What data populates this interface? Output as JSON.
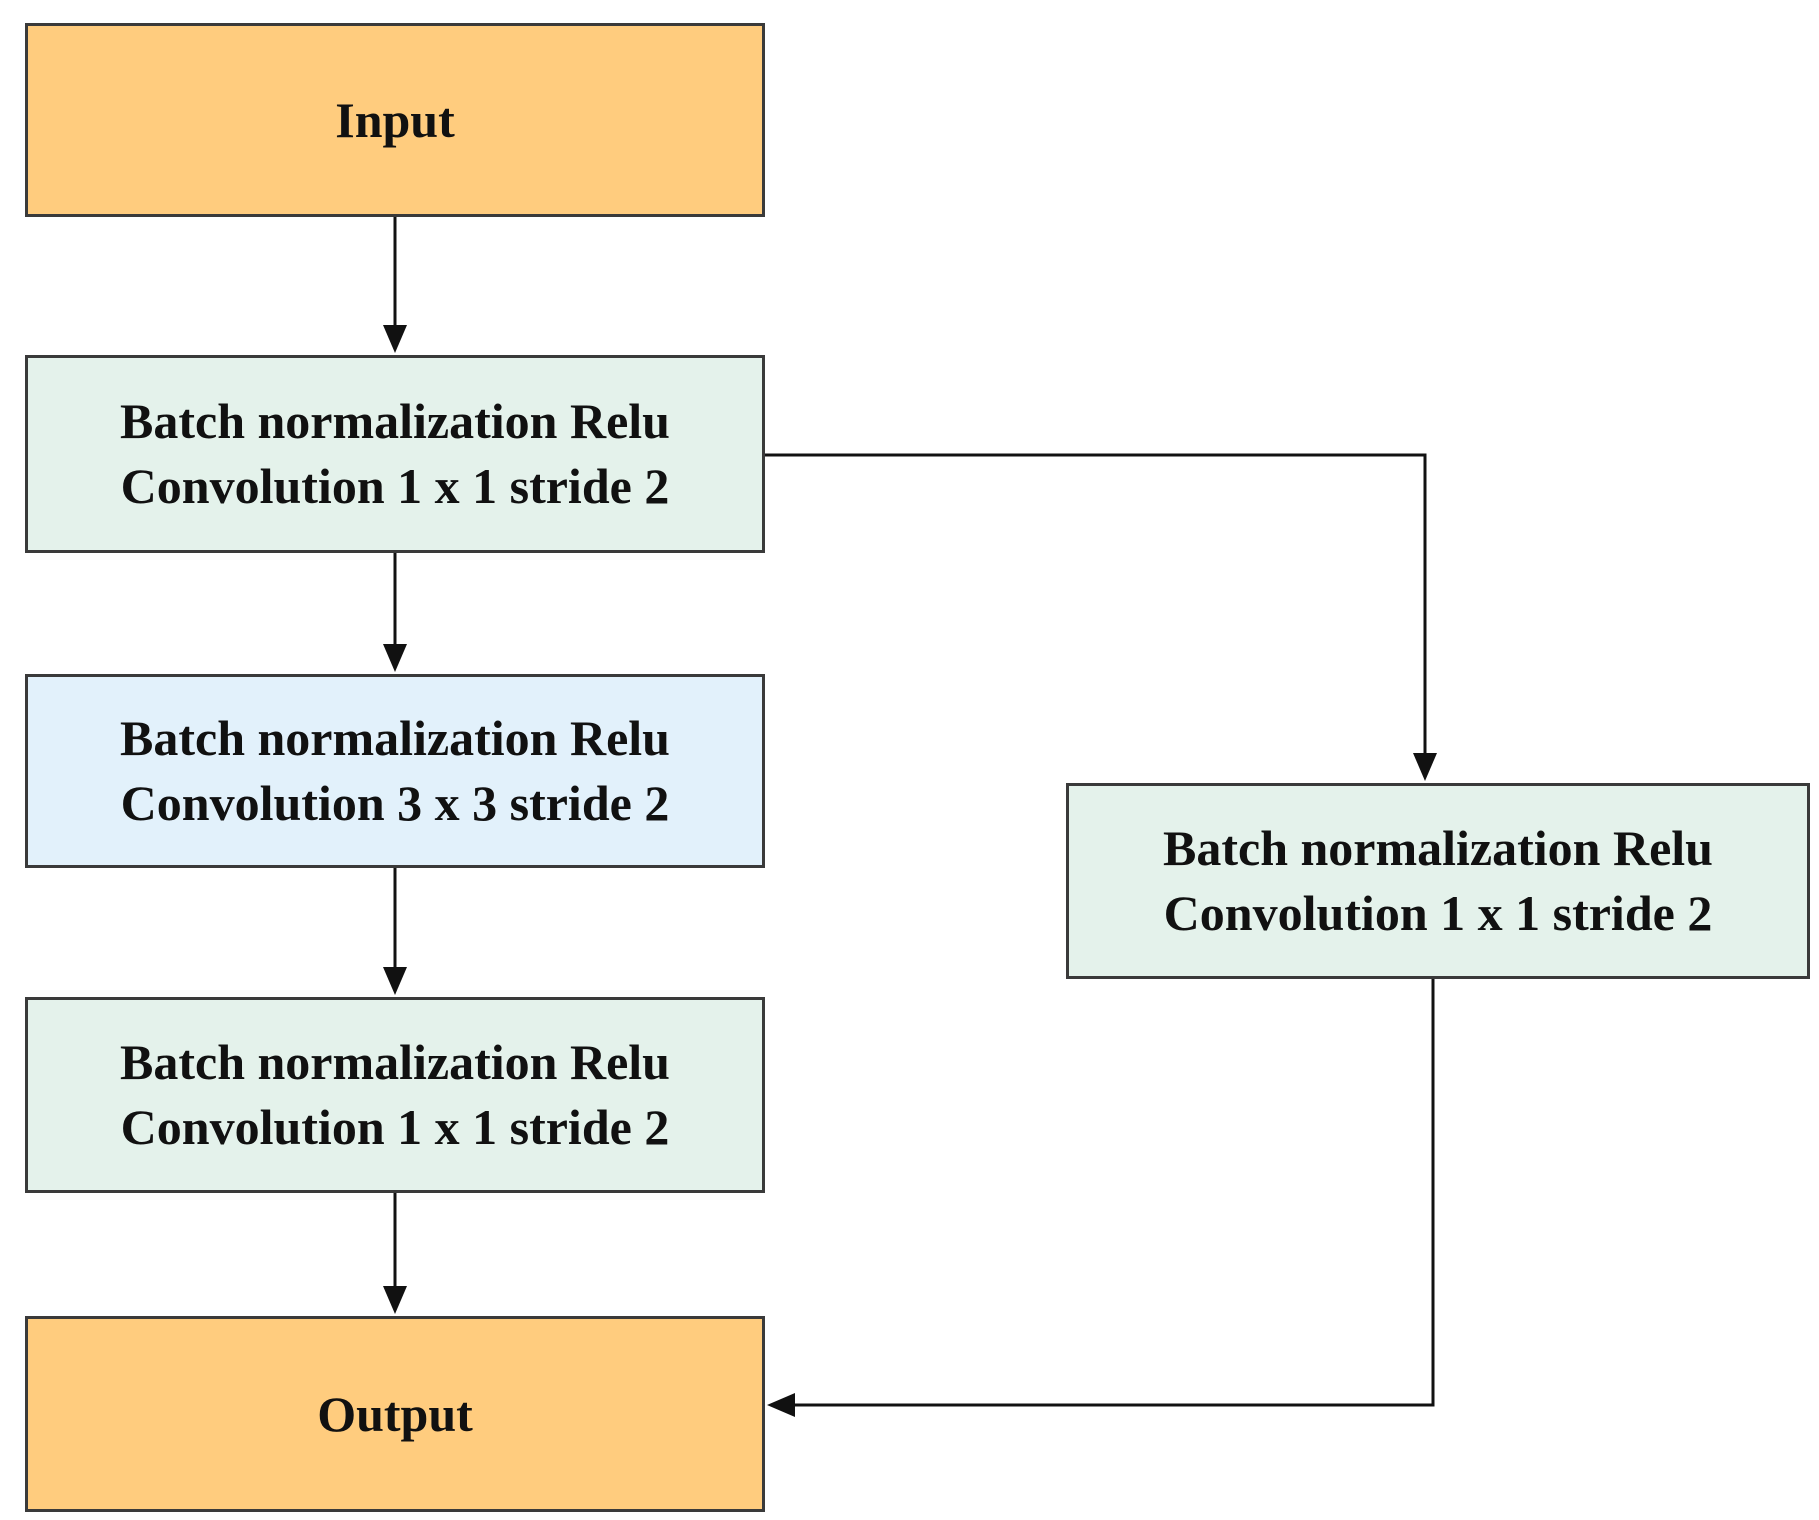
{
  "colors": {
    "io_fill": "#FFCC7E",
    "conv1x1_fill": "#E4F2EB",
    "conv3x3_fill": "#E2F1FB",
    "stroke": "#111111"
  },
  "nodes": {
    "input": {
      "label": "Input"
    },
    "main_conv_1x1_a": {
      "line1": "Batch normalization Relu",
      "line2": "Convolution 1 x 1 stride 2"
    },
    "main_conv_3x3": {
      "line1": "Batch normalization Relu",
      "line2": "Convolution 3 x 3 stride 2"
    },
    "main_conv_1x1_b": {
      "line1": "Batch normalization Relu",
      "line2": "Convolution 1 x 1 stride 2"
    },
    "shortcut_conv_1x1": {
      "line1": "Batch normalization Relu",
      "line2": "Convolution 1 x 1 stride 2"
    },
    "output": {
      "label": "Output"
    }
  },
  "edges": [
    {
      "from": "input",
      "to": "main_conv_1x1_a"
    },
    {
      "from": "main_conv_1x1_a",
      "to": "main_conv_3x3"
    },
    {
      "from": "main_conv_3x3",
      "to": "main_conv_1x1_b"
    },
    {
      "from": "main_conv_1x1_b",
      "to": "output"
    },
    {
      "from": "main_conv_1x1_a",
      "to": "shortcut_conv_1x1"
    },
    {
      "from": "shortcut_conv_1x1",
      "to": "output"
    }
  ]
}
